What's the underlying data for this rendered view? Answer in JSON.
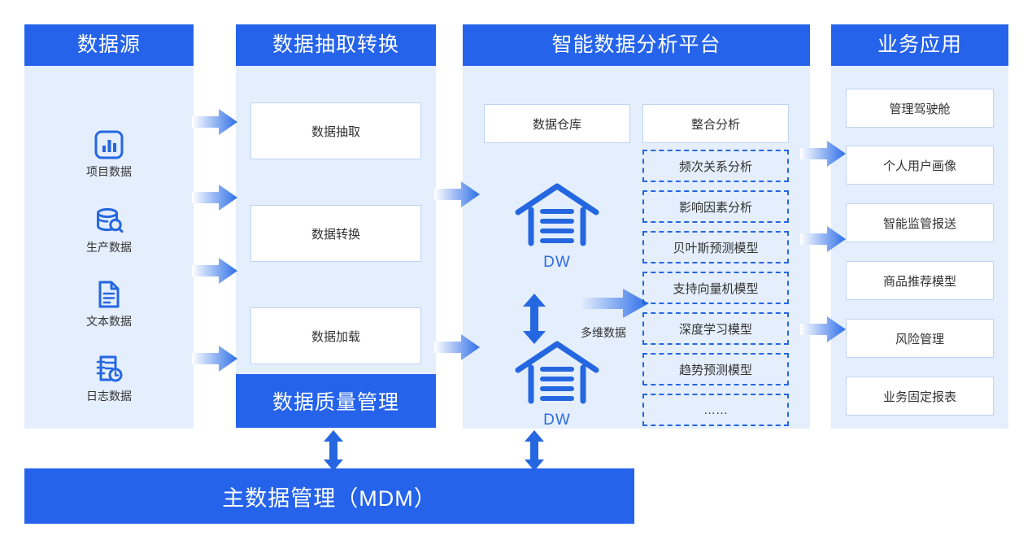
{
  "columns": [
    {
      "id": "data-source",
      "title": "数据源",
      "items": [
        {
          "label": "项目数据",
          "icon": "bar-chart-icon"
        },
        {
          "label": "生产数据",
          "icon": "database-search-icon"
        },
        {
          "label": "文本数据",
          "icon": "document-icon"
        },
        {
          "label": "日志数据",
          "icon": "log-clock-icon"
        }
      ]
    },
    {
      "id": "etl",
      "title": "数据抽取转换",
      "items": [
        {
          "label": "数据抽取"
        },
        {
          "label": "数据转换"
        },
        {
          "label": "数据加载"
        }
      ]
    },
    {
      "id": "platform",
      "title": "智能数据分析平台",
      "warehouse": {
        "box_label": "数据仓库",
        "dw_label": "DW",
        "flow_label": "多维数据"
      },
      "analysis": {
        "header": "整合分析",
        "models": [
          "频次关系分析",
          "影响因素分析",
          "贝叶斯预测模型",
          "支持向量机模型",
          "深度学习模型",
          "趋势预测模型",
          "……"
        ]
      }
    },
    {
      "id": "business-apps",
      "title": "业务应用",
      "items": [
        {
          "label": "管理驾驶舱"
        },
        {
          "label": "个人用户画像"
        },
        {
          "label": "智能监管报送"
        },
        {
          "label": "商品推荐模型"
        },
        {
          "label": "风险管理"
        },
        {
          "label": "业务固定报表"
        }
      ]
    }
  ],
  "bars": {
    "data_quality": "数据质量管理",
    "mdm": "主数据管理（MDM）"
  },
  "colors": {
    "brand_blue": "#2563EB",
    "panel_bg": "#E4EEFC",
    "card_border": "#BFD4F2",
    "dashed_border": "#2567E0",
    "text": "#333333",
    "dw_blue": "#2F6BE0"
  }
}
